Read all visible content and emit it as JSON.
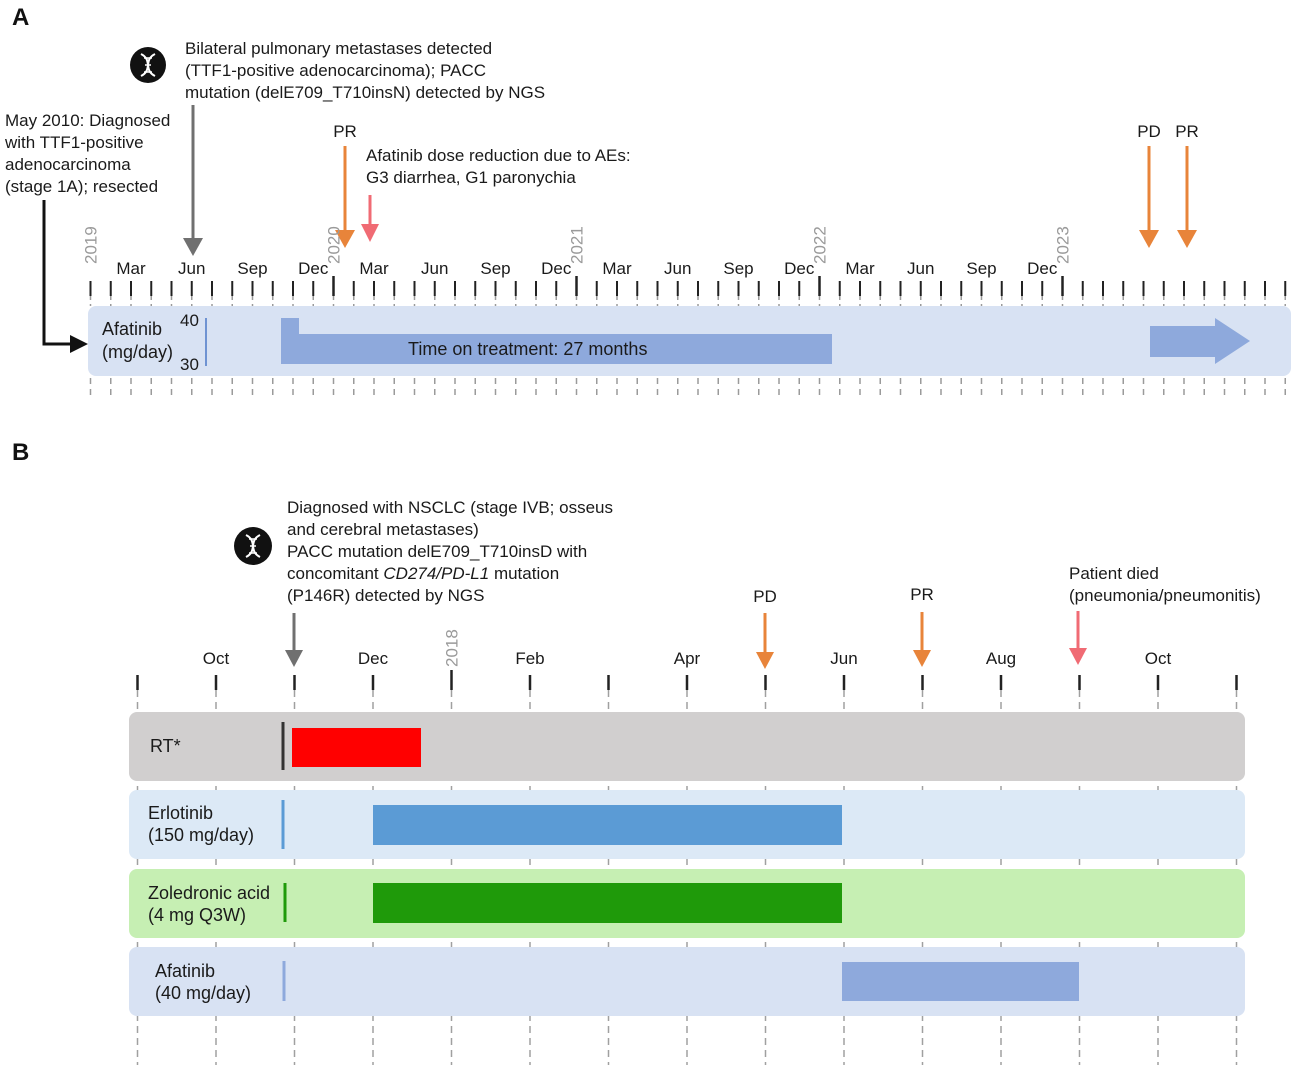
{
  "panels": {
    "a": {
      "letter": "A",
      "months": [
        "Mar",
        "Jun",
        "Sep",
        "Dec",
        "Mar",
        "Jun",
        "Sep",
        "Dec",
        "Mar",
        "Jun",
        "Sep",
        "Dec",
        "Mar",
        "Jun",
        "Sep",
        "Dec"
      ],
      "years": [
        "2019",
        "2020",
        "2021",
        "2022",
        "2023"
      ],
      "annotations": {
        "diagnosis": [
          "May 2010: Diagnosed",
          "with TTF1-positive",
          "adenocarcinoma",
          "(stage 1A); resected"
        ],
        "metastases": [
          "Bilateral pulmonary metastases detected",
          "(TTF1-positive adenocarcinoma); PACC",
          "mutation (delE709_T710insN) detected by NGS"
        ],
        "dose_reduction": [
          "Afatinib dose reduction due to AEs:",
          "G3 diarrhea, G1 paronychia"
        ]
      },
      "events": [
        "PR",
        "PD",
        "PR"
      ],
      "track": {
        "label": [
          "Afatinib",
          "(mg/day)"
        ],
        "dose_high": "40",
        "dose_low": "30",
        "bar_text": "Time on treatment: 27 months"
      }
    },
    "b": {
      "letter": "B",
      "months": [
        "Oct",
        "Dec",
        "Feb",
        "Apr",
        "Jun",
        "Aug",
        "Oct"
      ],
      "years": [
        "2018"
      ],
      "annotations": {
        "diagnosis": [
          "Diagnosed with NSCLC (stage IVB; osseus",
          "and cerebral metastases)",
          "PACC mutation delE709_T710insD with"
        ],
        "mutation_prefix": "concomitant ",
        "mutation_gene": "CD274/PD-L1",
        "mutation_suffix": " mutation",
        "mutation_last": "(P146R) detected by NGS",
        "death": [
          "Patient died",
          "(pneumonia/pneumonitis)"
        ]
      },
      "events": [
        "PD",
        "PR"
      ],
      "tracks": [
        {
          "label": [
            "RT*"
          ]
        },
        {
          "label": [
            "Erlotinib",
            "(150 mg/day)"
          ]
        },
        {
          "label": [
            "Zoledronic acid",
            "(4 mg Q3W)"
          ]
        },
        {
          "label": [
            "Afatinib",
            "(40 mg/day)"
          ]
        }
      ]
    }
  },
  "colors": {
    "response_arrow": "#e8843a",
    "adverse_arrow": "#f06b74",
    "diagnosis_arrow": "#707070",
    "afatinib_bg": "#d8e2f3",
    "afatinib_bar": "#8ea9dc",
    "rt_bg": "#d1cfcf",
    "rt_bar": "#ff0000",
    "erlotinib_bg": "#dce9f6",
    "erlotinib_bar": "#5b9bd5",
    "zoledronic_bg": "#c6efb3",
    "zoledronic_bar": "#1f9a0a"
  },
  "icons": [
    "dna-icon"
  ]
}
